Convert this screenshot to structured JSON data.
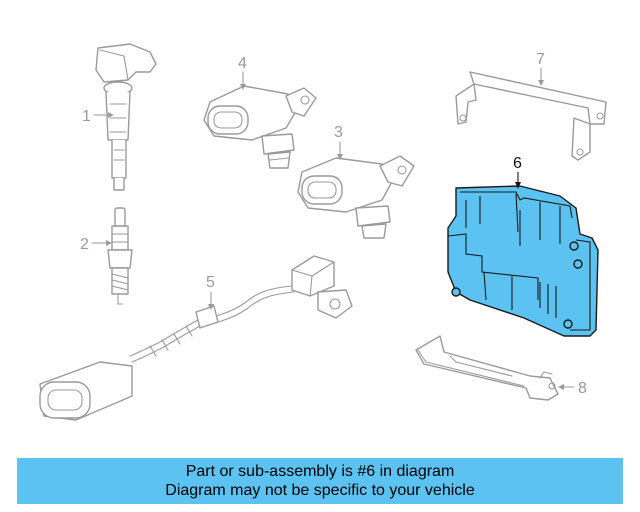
{
  "diagram": {
    "highlight_color": "#5bc2f2",
    "line_color": "#9a9a9a",
    "callouts": [
      {
        "label": "1",
        "part": "ignition-coil"
      },
      {
        "label": "2",
        "part": "spark-plug"
      },
      {
        "label": "3",
        "part": "camshaft-position-sensor"
      },
      {
        "label": "4",
        "part": "crankshaft-position-sensor"
      },
      {
        "label": "5",
        "part": "knock-sensor"
      },
      {
        "label": "6",
        "part": "engine-control-module",
        "highlighted": true
      },
      {
        "label": "7",
        "part": "upper-mounting-bracket"
      },
      {
        "label": "8",
        "part": "lower-mounting-bracket"
      }
    ]
  },
  "banner": {
    "line1": "Part or sub-assembly is #6 in diagram",
    "line2": "Diagram may not be specific to your vehicle",
    "background": "#5bc2f2"
  }
}
